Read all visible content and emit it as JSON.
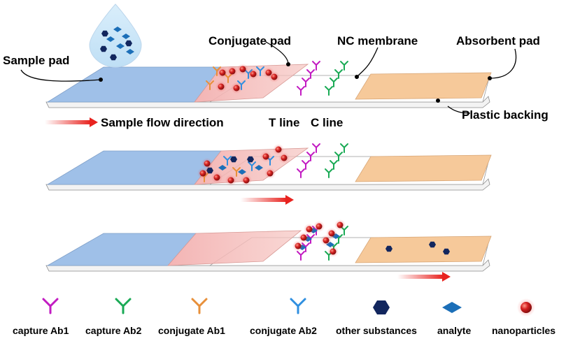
{
  "labels": {
    "sample_pad": "Sample pad",
    "conjugate_pad": "Conjugate pad",
    "nc_membrane": "NC membrane",
    "absorbent_pad": "Absorbent pad",
    "plastic_backing": "Plastic backing",
    "flow_direction": "Sample flow direction",
    "t_line": "T line",
    "c_line": "C line"
  },
  "legend": [
    {
      "key": "capture_ab1",
      "label": "capture Ab1",
      "color": "#c21bc2",
      "icon": "antibody-y-icon"
    },
    {
      "key": "capture_ab2",
      "label": "capture Ab2",
      "color": "#1aaa55",
      "icon": "antibody-y-icon"
    },
    {
      "key": "conjugate_ab1",
      "label": "conjugate  Ab1",
      "color": "#e8903a",
      "icon": "antibody-y-icon"
    },
    {
      "key": "conjugate_ab2",
      "label": "conjugate  Ab2",
      "color": "#2f8fe0",
      "icon": "antibody-y-icon"
    },
    {
      "key": "other_substances",
      "label": "other substances",
      "color": "#12265e",
      "icon": "hexagon-icon"
    },
    {
      "key": "analyte",
      "label": "analyte",
      "color": "#1c6fb8",
      "icon": "diamond-icon"
    },
    {
      "key": "nanoparticles",
      "label": "nanoparticles",
      "color": "#d21f1f",
      "icon": "sphere-icon"
    }
  ],
  "colors": {
    "sample_pad": "#9fc0e8",
    "conjugate_pad": "#f6c6c2",
    "absorbent_pad": "#f6c99a",
    "membrane": "#ffffff",
    "arrow": "#e8231f"
  }
}
